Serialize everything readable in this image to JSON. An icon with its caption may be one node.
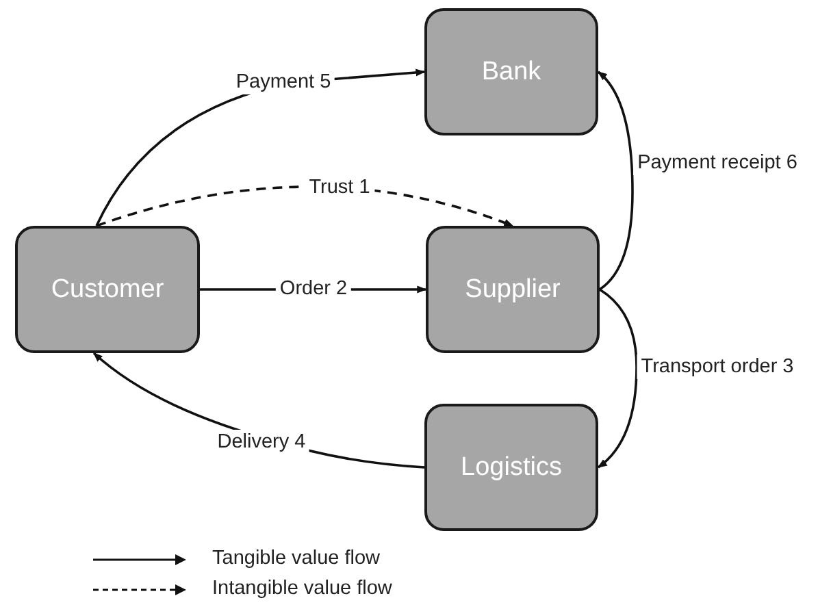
{
  "diagram": {
    "nodes": [
      {
        "text": [
          "Bank"
        ]
      },
      {
        "text": [
          "Customer"
        ]
      },
      {
        "text": [
          "Supplier"
        ]
      },
      {
        "text": [
          "Logistics"
        ]
      }
    ],
    "edges": [
      {
        "from": 1,
        "to": 0,
        "arrow": "to",
        "label": "Payment 5"
      },
      {
        "from": 1,
        "to": 2,
        "arrow": "to",
        "label": "Trust 1",
        "style": "dashed"
      },
      {
        "from": 1,
        "to": 2,
        "arrow": "to",
        "label": "Order 2"
      },
      {
        "from": 2,
        "to": 3,
        "arrow": "to",
        "label": "Transport order 3"
      },
      {
        "from": 3,
        "to": 1,
        "arrow": "to",
        "label": "Delivery 4"
      },
      {
        "from": 2,
        "to": 0,
        "arrow": "to",
        "label": "Payment receipt 6"
      }
    ],
    "legend": [
      {
        "text": "Tangible value flow"
      },
      {
        "text": "Intangible value flow"
      }
    ]
  }
}
